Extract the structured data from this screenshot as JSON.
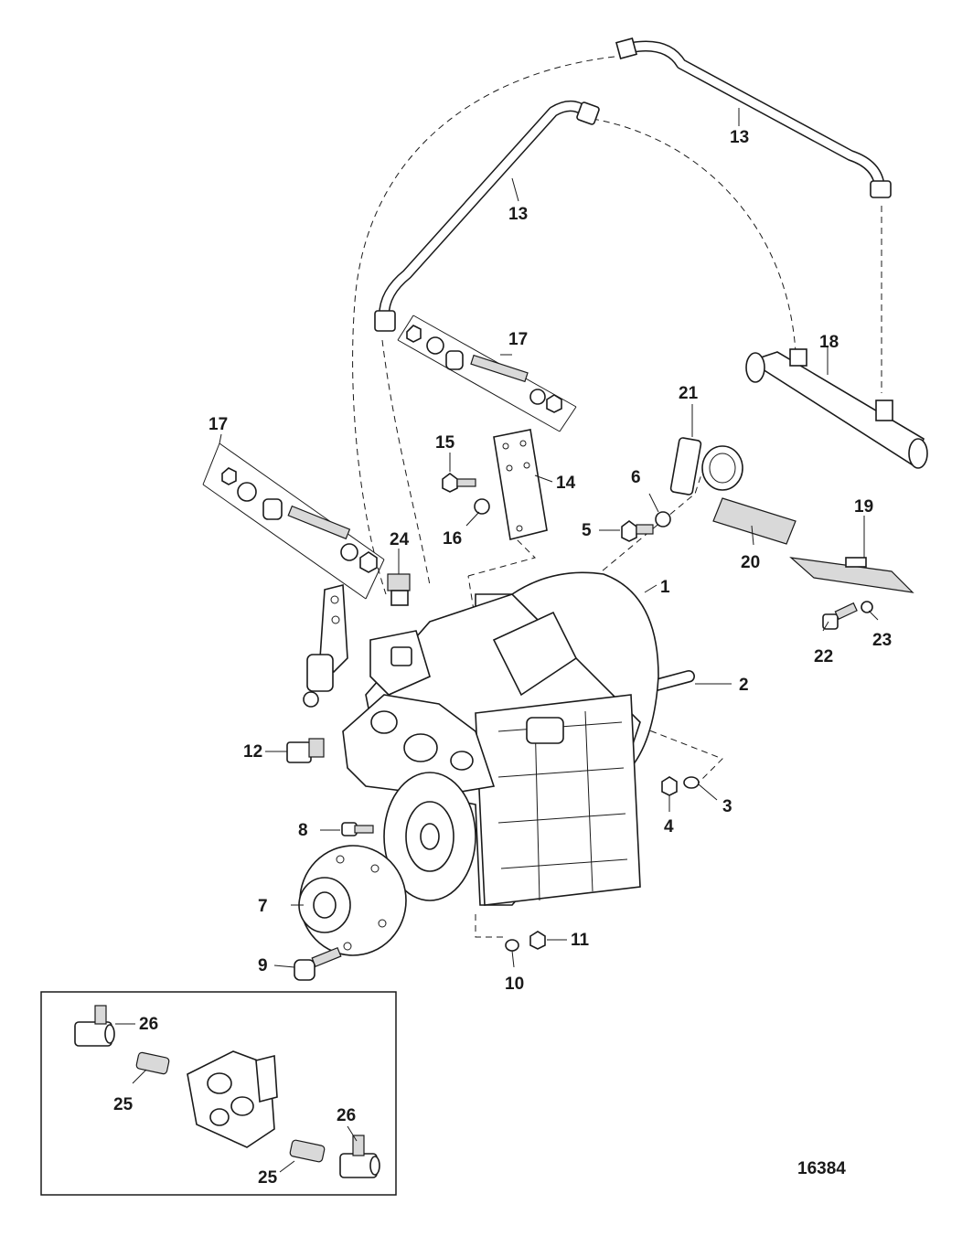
{
  "callouts": [
    {
      "id": "c1",
      "text": "1"
    },
    {
      "id": "c2",
      "text": "2"
    },
    {
      "id": "c3",
      "text": "3"
    },
    {
      "id": "c4",
      "text": "4"
    },
    {
      "id": "c5",
      "text": "5"
    },
    {
      "id": "c6",
      "text": "6"
    },
    {
      "id": "c7",
      "text": "7"
    },
    {
      "id": "c8",
      "text": "8"
    },
    {
      "id": "c9",
      "text": "9"
    },
    {
      "id": "c10",
      "text": "10"
    },
    {
      "id": "c11",
      "text": "11"
    },
    {
      "id": "c12",
      "text": "12"
    },
    {
      "id": "c13a",
      "text": "13"
    },
    {
      "id": "c13b",
      "text": "13"
    },
    {
      "id": "c14",
      "text": "14"
    },
    {
      "id": "c15",
      "text": "15"
    },
    {
      "id": "c16",
      "text": "16"
    },
    {
      "id": "c17a",
      "text": "17"
    },
    {
      "id": "c17b",
      "text": "17"
    },
    {
      "id": "c18",
      "text": "18"
    },
    {
      "id": "c19",
      "text": "19"
    },
    {
      "id": "c20",
      "text": "20"
    },
    {
      "id": "c21",
      "text": "21"
    },
    {
      "id": "c22",
      "text": "22"
    },
    {
      "id": "c23",
      "text": "23"
    },
    {
      "id": "c24",
      "text": "24"
    },
    {
      "id": "c25a",
      "text": "25"
    },
    {
      "id": "c25b",
      "text": "25"
    },
    {
      "id": "c26a",
      "text": "26"
    },
    {
      "id": "c26b",
      "text": "26"
    }
  ],
  "figure_number": "16384"
}
